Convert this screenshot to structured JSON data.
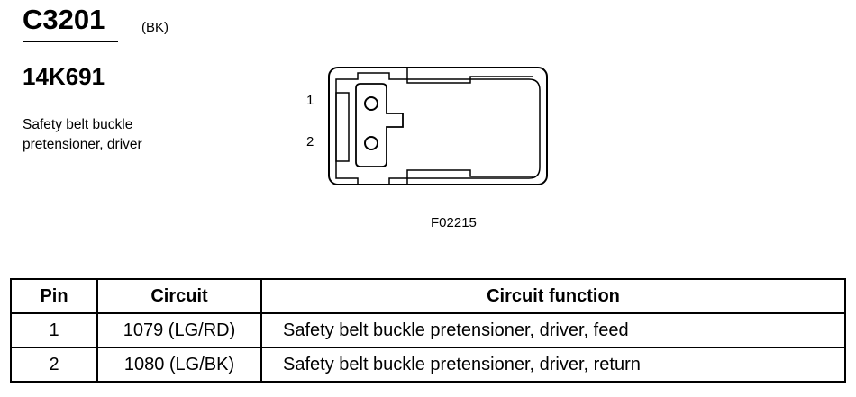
{
  "header": {
    "connector_id": "C3201",
    "color_code": "(BK)",
    "part_number": "14K691",
    "description_line1": "Safety belt buckle",
    "description_line2": "pretensioner, driver"
  },
  "diagram": {
    "pin_labels": [
      "1",
      "2"
    ],
    "figure_code": "F02215"
  },
  "table": {
    "headers": {
      "pin": "Pin",
      "circuit": "Circuit",
      "function": "Circuit function"
    },
    "rows": [
      {
        "pin": "1",
        "circuit": "1079 (LG/RD)",
        "function": "Safety belt buckle pretensioner, driver, feed"
      },
      {
        "pin": "2",
        "circuit": "1080 (LG/BK)",
        "function": "Safety belt buckle pretensioner, driver, return"
      }
    ]
  }
}
